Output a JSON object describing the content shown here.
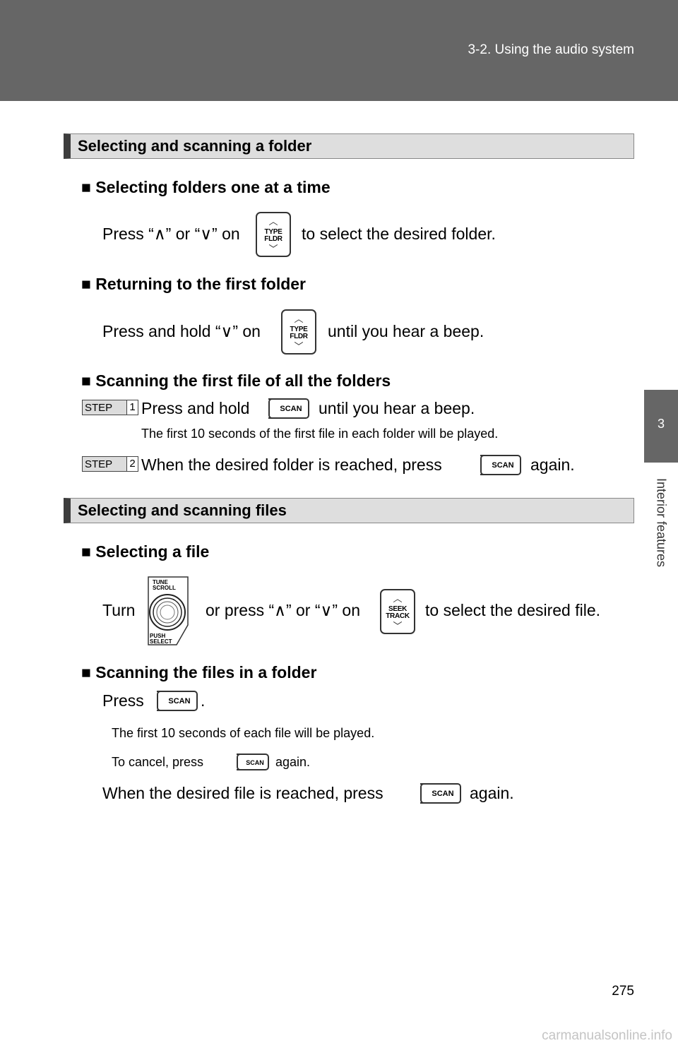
{
  "header": {
    "breadcrumb": "3-2. Using the audio system"
  },
  "side_tab": {
    "number": "3",
    "label": "Interior features"
  },
  "sections": {
    "folder": {
      "title": "Selecting and scanning a folder",
      "sub1": {
        "heading": "Selecting folders one at a time",
        "text_before": "Press “∧” or “∨” on",
        "text_after": "to select the desired folder."
      },
      "sub2": {
        "heading": "Returning to the first folder",
        "text_before": "Press and hold “∨” on",
        "text_after": "until you hear a beep."
      },
      "sub3": {
        "heading": "Scanning the first file of all the folders",
        "step1_before": "Press and hold",
        "step1_after": "until you hear a beep.",
        "step1_note": "The first 10 seconds of the first file in each folder will be played.",
        "step2_before": "When the desired folder is reached, press",
        "step2_after": "again."
      }
    },
    "files": {
      "title": "Selecting and scanning files",
      "sub1": {
        "heading": "Selecting a file",
        "text_turn": "Turn",
        "text_middle": "or press “∧” or “∨” on",
        "text_after": "to select the desired file."
      },
      "sub2": {
        "heading": "Scanning the files in a folder",
        "press": "Press",
        "period": ".",
        "note1": "The first 10 seconds of each file will be played.",
        "note2_before": "To cancel, press",
        "note2_after": "again.",
        "final_before": "When the desired file is reached, press",
        "final_after": "again."
      }
    }
  },
  "bullet": "■",
  "steps": {
    "label": "STEP",
    "one": "1",
    "two": "2"
  },
  "buttons": {
    "type_fldr_line1": "TYPE",
    "type_fldr_line2": "FLDR",
    "seek_line1": "SEEK",
    "seek_line2": "TRACK",
    "scan": "SCAN",
    "knob_top_line1": "TUNE",
    "knob_top_line2": "SCROLL",
    "knob_bottom_line1": "PUSH",
    "knob_bottom_line2": "SELECT",
    "chevron_up": "︿",
    "chevron_down": "﹀"
  },
  "page_number": "275",
  "watermark": "carmanualsonline.info"
}
